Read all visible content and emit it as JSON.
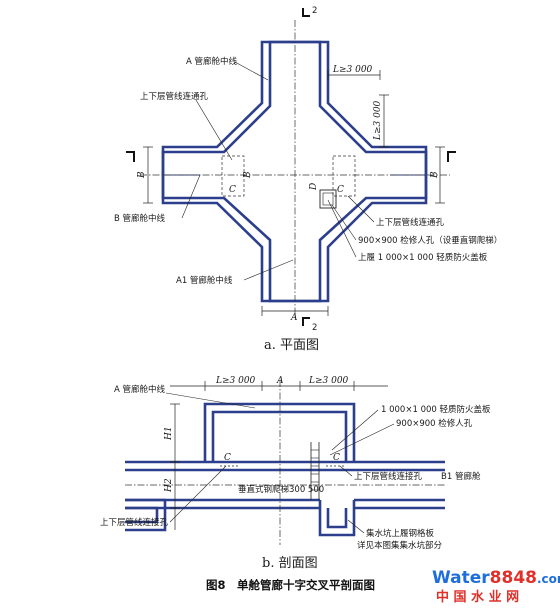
{
  "plan": {
    "label_a_centerline": "A 管廊舱中线",
    "label_hole_left": "上下层管线连通孔",
    "label_b_centerline": "B 管廊舱中线",
    "label_a1_centerline": "A1 管廊舱中线",
    "label_hole_right": "上下层管线连通孔",
    "label_manhole": "900×900 检修人孔（设垂直钢爬梯）",
    "label_cover": "上履 1 000×1 000 轻质防火盖板",
    "dim_l_top": "L≥3 000",
    "dim_l_right": "L≥3 000",
    "dim_b_left": "B",
    "dim_b_right": "B",
    "dim_a_bottom": "A",
    "dim_b_inner": "B",
    "dim_d_inner": "D",
    "mark_c_left": "C",
    "mark_c_right": "C",
    "section_mark_top": "2",
    "section_mark_bottom": "2",
    "caption": "a. 平面图"
  },
  "section": {
    "label_a_centerline": "A 管廊舱中线",
    "dim_l_left": "L≥3 000",
    "dim_a": "A",
    "dim_l_right": "L≥3 000",
    "label_cover": "1 000×1 000 轻质防火盖板",
    "label_manhole": "900×900 检修人孔",
    "dim_h1": "H1",
    "dim_h2": "H2",
    "mark_c_left": "C",
    "mark_c_right": "C",
    "label_hole_right": "上下层管线连接孔",
    "label_b1": "B1 管廊舱",
    "label_ladder": "垂直式钢爬梯",
    "label_ladder_dim": "300 500",
    "label_hole_left": "上下层管线连接孔",
    "label_sump1": "集水坑上履钢格板",
    "label_sump2": "详见本图集集水坑部分",
    "caption": "b. 剖面图"
  },
  "figure_caption": "图8　单舱管廊十字交叉平剖面图",
  "watermark": {
    "line1_a": "Water",
    "line1_b": "8848",
    "line1_c": ".com",
    "line2": "中 国 水 业 网",
    "color_blue": "#1e6fd9",
    "color_red": "#e0302a"
  },
  "colors": {
    "wall": "#2c3f8c"
  }
}
